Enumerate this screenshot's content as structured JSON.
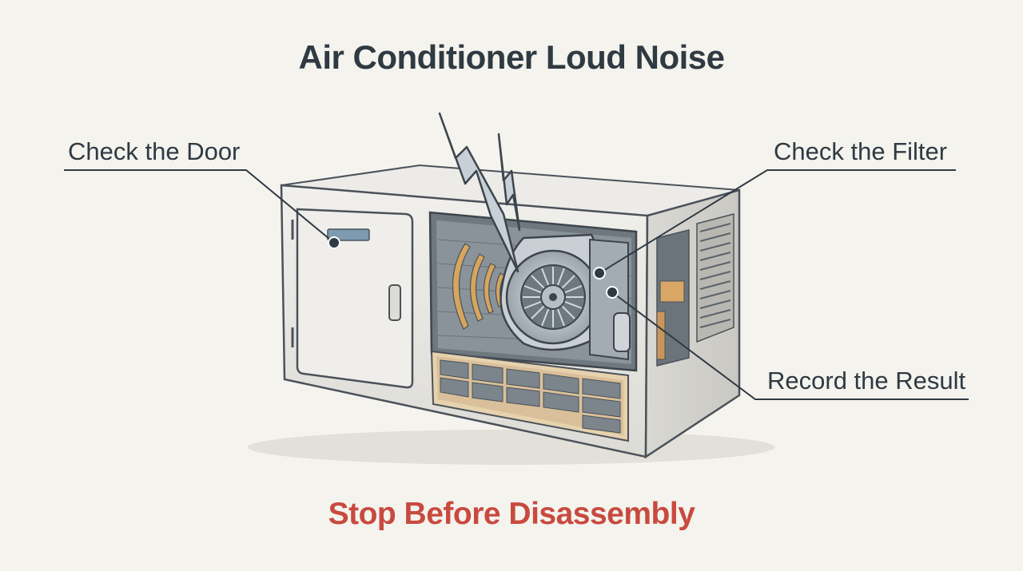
{
  "title": "Air Conditioner Loud Noise",
  "callouts": {
    "door": "Check the Door",
    "filter": "Check the Filter",
    "result": "Record the Result"
  },
  "warning": "Stop Before Disassembly",
  "colors": {
    "background": "#f4f3ee",
    "ink": "#2f3a42",
    "warning": "#c84a3f",
    "sound_waves": "#d6a55e",
    "filter_frame": "#d9b98a",
    "unit_body": "#e9e8e4"
  },
  "icons": [
    "lightning-bolt-icon",
    "sound-wave-icon",
    "blower-fan-icon"
  ]
}
